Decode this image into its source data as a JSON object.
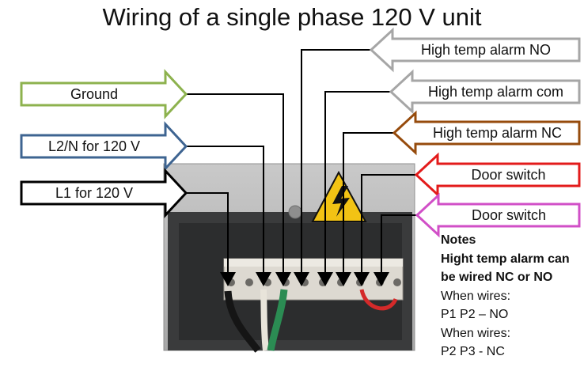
{
  "title": "Wiring of a single phase 120 V unit",
  "labels": {
    "ground": "Ground",
    "l2n": "L2/N for 120 V",
    "l1": "L1 for 120 V",
    "alarm_no": "High temp alarm NO",
    "alarm_com": "High temp alarm com",
    "alarm_nc": "High temp alarm NC",
    "door_switch_1": "Door switch",
    "door_switch_2": "Door switch"
  },
  "colors": {
    "ground": "#8db24e",
    "l2n": "#3e6491",
    "l1": "#000000",
    "alarm_no": "#a6a6a6",
    "alarm_com": "#a6a6a6",
    "alarm_nc": "#964b0c",
    "door_switch_1": "#e31b1b",
    "door_switch_2": "#d14fc7",
    "warning": "#f2c314"
  },
  "notes": {
    "heading": "Notes",
    "bold_line_1": "Hight temp alarm can",
    "bold_line_2": "be wired NC or NO",
    "line_1": "When wires:",
    "line_2": "P1 P2 – NO",
    "line_3": "When wires:",
    "line_4": "P2 P3 - NC"
  },
  "icons": [
    "high-voltage-warning-icon"
  ]
}
